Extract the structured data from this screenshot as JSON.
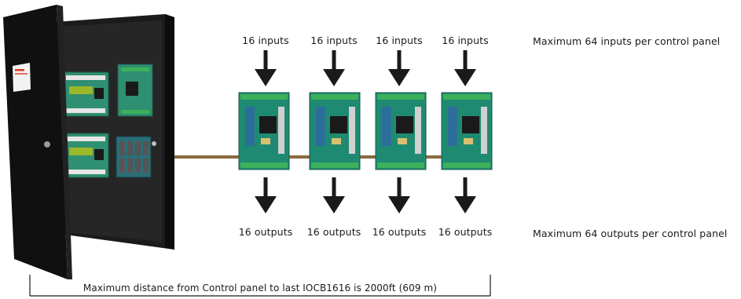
{
  "modules": [
    {
      "input_label": "16 inputs",
      "output_label": "16 outputs"
    },
    {
      "input_label": "16 inputs",
      "output_label": "16 outputs"
    },
    {
      "input_label": "16 inputs",
      "output_label": "16 outputs"
    },
    {
      "input_label": "16 inputs",
      "output_label": "16 outputs"
    }
  ],
  "notes": {
    "max_inputs": "Maximum 64 inputs per control panel",
    "max_outputs": "Maximum 64 outputs per control panel",
    "max_distance": "Maximum distance from Control panel to last IOCB1616 is 2000ft (609 m)"
  },
  "colors": {
    "cabinet": "#141414",
    "cable": "#8a6a3d",
    "board_green": "#1f8a72",
    "terminal_green": "#3cb05a",
    "arrow": "#1a1a1a",
    "label_red": "#d9361e"
  }
}
